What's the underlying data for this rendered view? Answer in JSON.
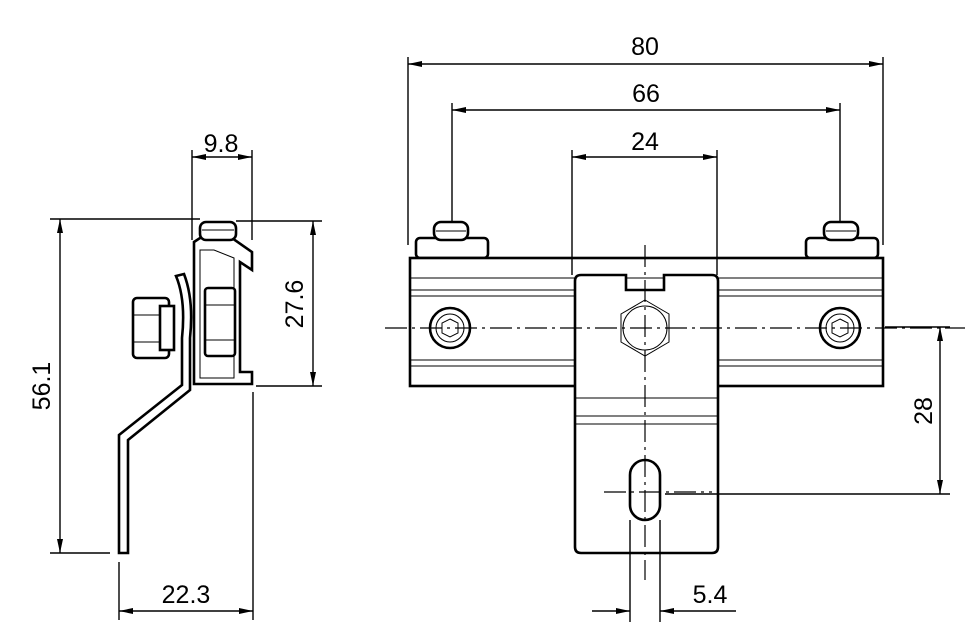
{
  "drawing": {
    "units": "mm",
    "views": [
      "side-view",
      "front-view"
    ],
    "dimensions": {
      "overall_width": "80",
      "bolt_spacing": "66",
      "clamp_width": "24",
      "side_depth_top": "9.8",
      "rail_height": "27.6",
      "overall_height": "56.1",
      "side_depth_bottom": "22.3",
      "slot_offset": "28",
      "slot_width": "5.4"
    }
  }
}
